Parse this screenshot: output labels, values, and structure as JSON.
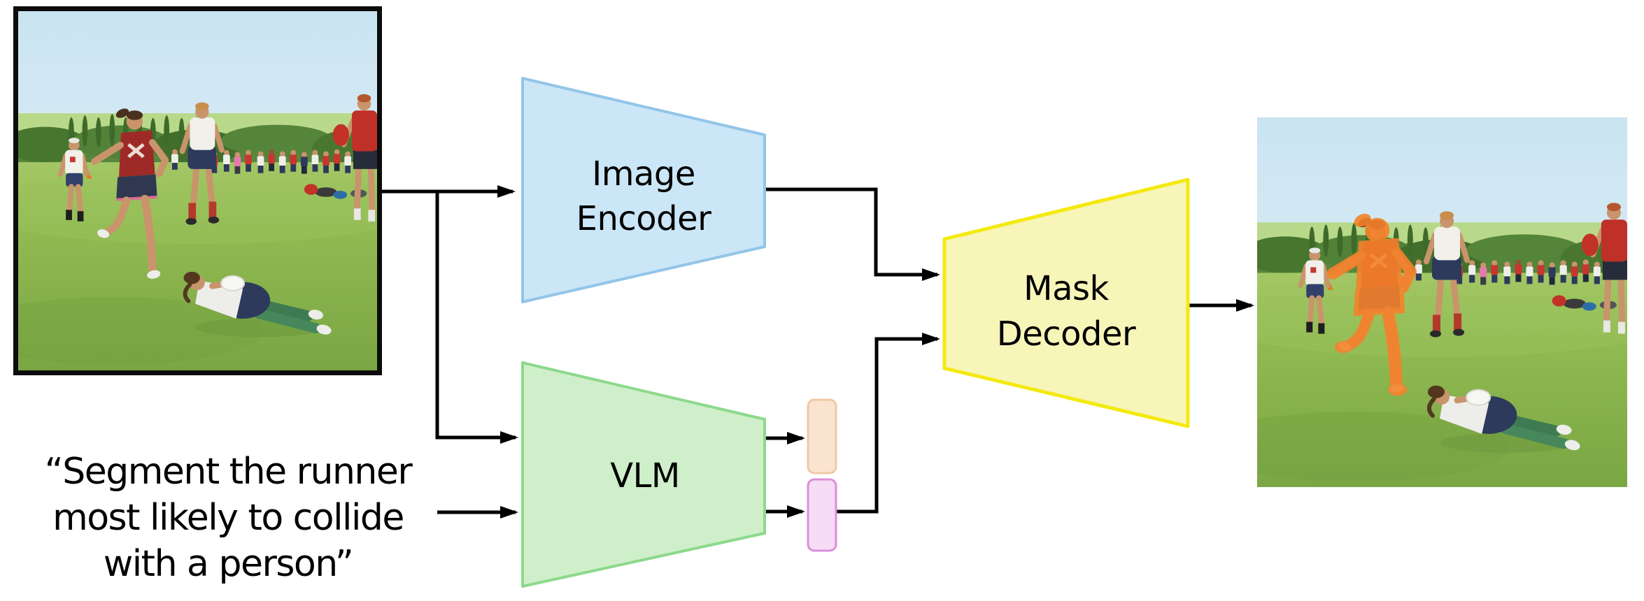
{
  "figure": {
    "prompt": {
      "line1": "“Segment the runner",
      "line2": "most likely to collide",
      "line3": "with a person”"
    },
    "blocks": {
      "image_encoder": {
        "line1": "Image",
        "line2": "Encoder",
        "fill": "#CBE6F6",
        "border": "#92C5E8"
      },
      "vlm": {
        "label": "VLM",
        "fill": "#CFEFCA",
        "border": "#8CD98C"
      },
      "mask_decoder": {
        "line1": "Mask",
        "line2": "Decoder",
        "fill": "#F7F5B8",
        "border": "#F4E90E"
      }
    },
    "tokens": {
      "peach": {
        "fill": "#FAE3CF",
        "border": "#EDC9A7"
      },
      "pink": {
        "fill": "#F6DCF4",
        "border": "#DB8ED8"
      }
    },
    "images": {
      "input_description": "photo of ultimate frisbee players on a grass field",
      "output_description": "same photo with an orange segmentation mask over the runner"
    },
    "mask_color": "#F5822B",
    "arrow_color": "#000000"
  }
}
